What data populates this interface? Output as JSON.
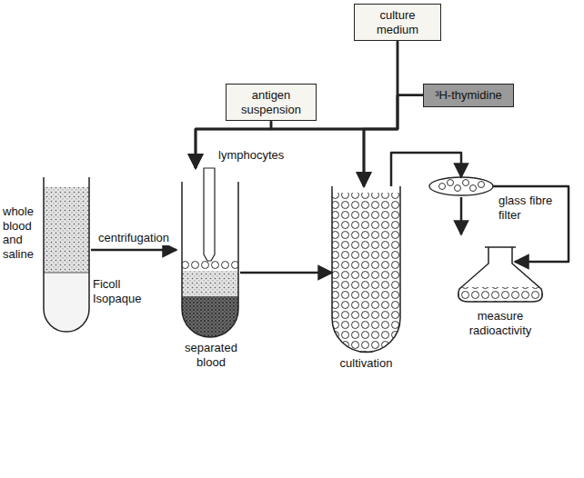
{
  "diagram": {
    "nodes": [
      {
        "text": [
          "culture medium"
        ]
      },
      {
        "text": [
          "antigen suspension"
        ]
      },
      {
        "text": [
          "³H-thymidine"
        ]
      },
      {
        "text": [
          "whole blood and saline",
          "Ficoll Isopaque"
        ]
      },
      {
        "text": [
          "separated blood"
        ]
      },
      {
        "text": [
          "cultivation"
        ]
      },
      {
        "text": [
          "glass fibre filter"
        ]
      },
      {
        "text": [
          "measure radioactivity"
        ]
      }
    ],
    "edges": [
      {
        "from": 0,
        "to": 5,
        "arrow": "to"
      },
      {
        "from": 1,
        "to": 5,
        "arrow": "to"
      },
      {
        "from": 2,
        "to": 5,
        "arrow": "to"
      },
      {
        "from": 0,
        "to": 4,
        "arrow": "to"
      },
      {
        "from": 1,
        "to": 4,
        "arrow": "to"
      },
      {
        "from": 2,
        "to": 4,
        "arrow": "to"
      },
      {
        "from": 3,
        "to": 4,
        "label": "centrifugation",
        "arrow": "to"
      },
      {
        "from": 4,
        "to": 5,
        "arrow": "to"
      },
      {
        "from": 5,
        "to": 6,
        "arrow": "to"
      },
      {
        "from": 6,
        "to": 7,
        "arrow": "to"
      }
    ],
    "labels": [
      "lymphocytes"
    ]
  }
}
